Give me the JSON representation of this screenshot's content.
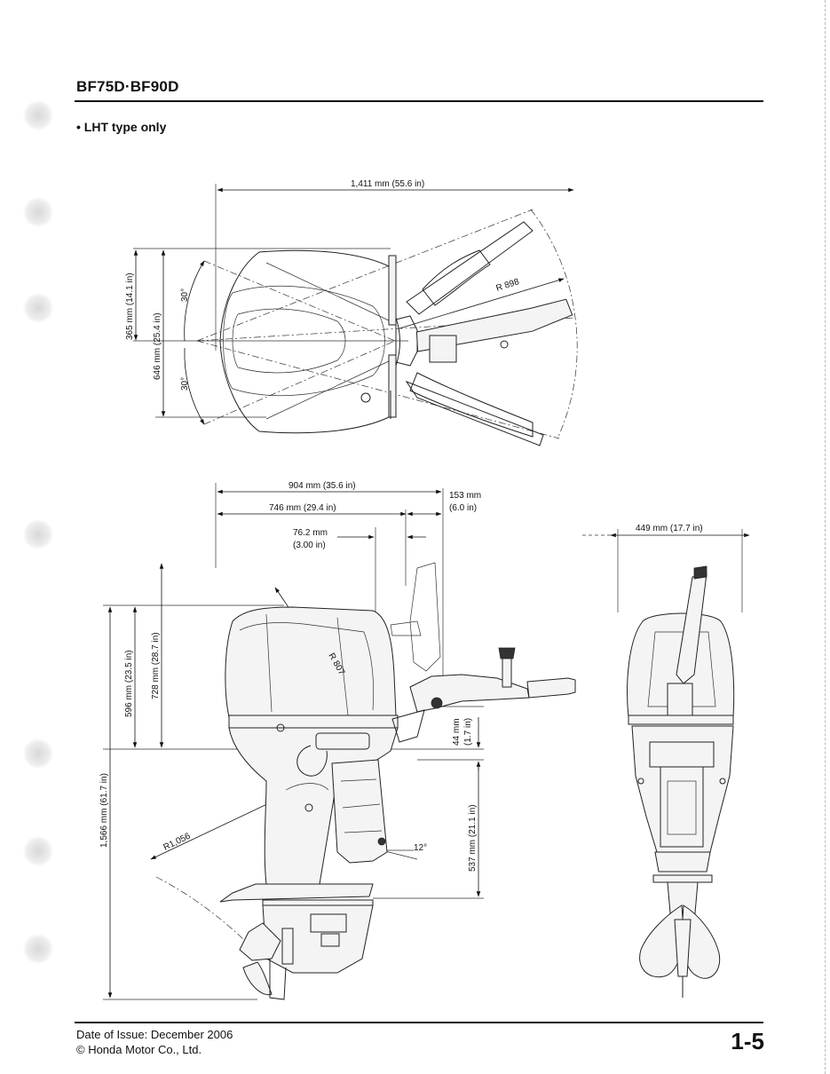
{
  "header": {
    "title": "BF75D·BF90D"
  },
  "subtitle": "• LHT type only",
  "top_view": {
    "width_label": "1,411 mm (55.6 in)",
    "radius_label": "R 898",
    "height_small_label": "365 mm (14.1 in)",
    "height_large_label": "646 mm (25.4 in)",
    "angle_top_label": "30°",
    "angle_bottom_label": "30°"
  },
  "side_view": {
    "len_904_label": "904 mm (35.6 in)",
    "len_746_label": "746 mm (29.4 in)",
    "len_153_line1": "153 mm",
    "len_153_line2": "(6.0 in)",
    "len_762_line1": "76.2 mm",
    "len_762_line2": "(3.00 in)",
    "radius_807_label": "R 807",
    "radius_1056_label": "R1,056",
    "height_596_label": "596 mm (23.5 in)",
    "height_728_label": "728 mm (28.7 in)",
    "height_1566_label": "1,566 mm (61.7 in)",
    "height_44_label": "44 mm",
    "height_44_sub": "(1.7 in)",
    "height_537_label": "537 mm (21.1 in)",
    "angle_12_label": "12°"
  },
  "rear_view": {
    "width_label": "449 mm (17.7 in)"
  },
  "footer": {
    "issue": "Date of Issue: December 2006",
    "copyright": "© Honda Motor Co., Ltd.",
    "page_number": "1-5"
  }
}
